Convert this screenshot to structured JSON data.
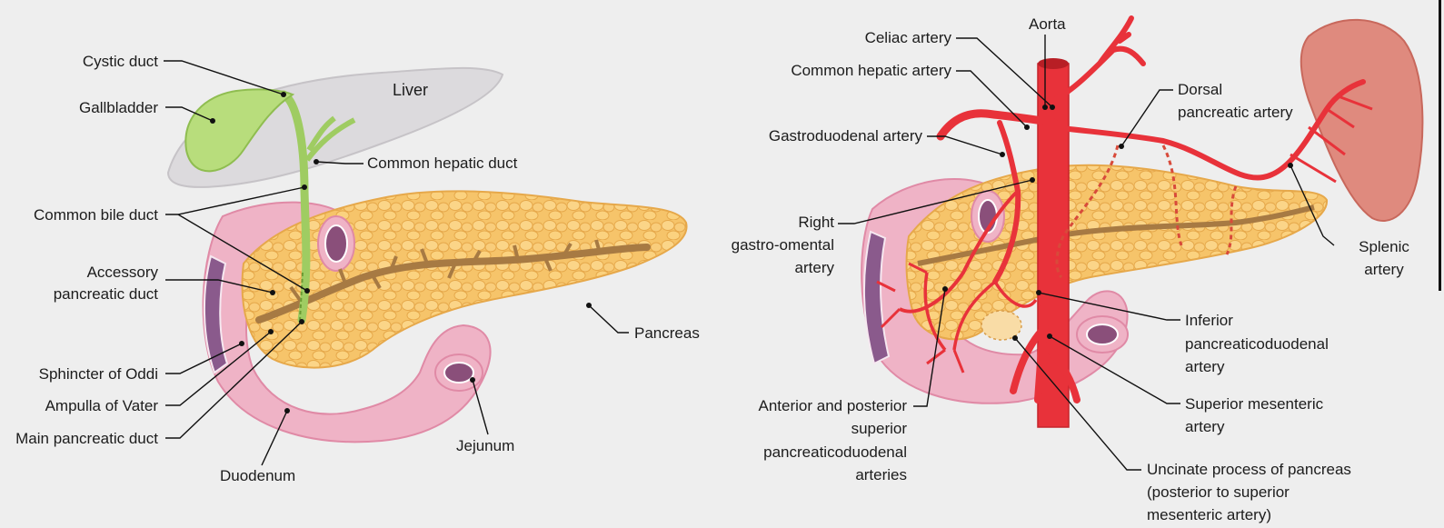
{
  "left_panel": {
    "liver": "Liver",
    "cystic_duct": "Cystic duct",
    "gallbladder": "Gallbladder",
    "common_hepatic_duct": "Common hepatic duct",
    "common_bile_duct": "Common bile duct",
    "accessory_duct_line1": "Accessory",
    "accessory_duct_line2": "pancreatic duct",
    "sphincter": "Sphincter of Oddi",
    "ampulla": "Ampulla of Vater",
    "main_duct": "Main pancreatic duct",
    "duodenum": "Duodenum",
    "jejunum": "Jejunum",
    "pancreas": "Pancreas"
  },
  "right_panel": {
    "aorta": "Aorta",
    "celiac": "Celiac artery",
    "common_hepatic_artery": "Common hepatic artery",
    "gastroduodenal": "Gastroduodenal artery",
    "dorsal_line1": "Dorsal",
    "dorsal_line2": "pancreatic artery",
    "right_go_line1": "Right",
    "right_go_line2": "gastro-omental",
    "right_go_line3": "artery",
    "splenic_line1": "Splenic",
    "splenic_line2": "artery",
    "inferior_line1": "Inferior",
    "inferior_line2": "pancreaticoduodenal",
    "inferior_line3": "artery",
    "sma_line1": "Superior mesenteric",
    "sma_line2": "artery",
    "antpost_line1": "Anterior and posterior",
    "antpost_line2": "superior",
    "antpost_line3": "pancreaticoduodenal",
    "antpost_line4": "arteries",
    "uncinate_line1": "Uncinate process of pancreas",
    "uncinate_line2": "(posterior to superior",
    "uncinate_line3": "mesenteric artery)"
  }
}
